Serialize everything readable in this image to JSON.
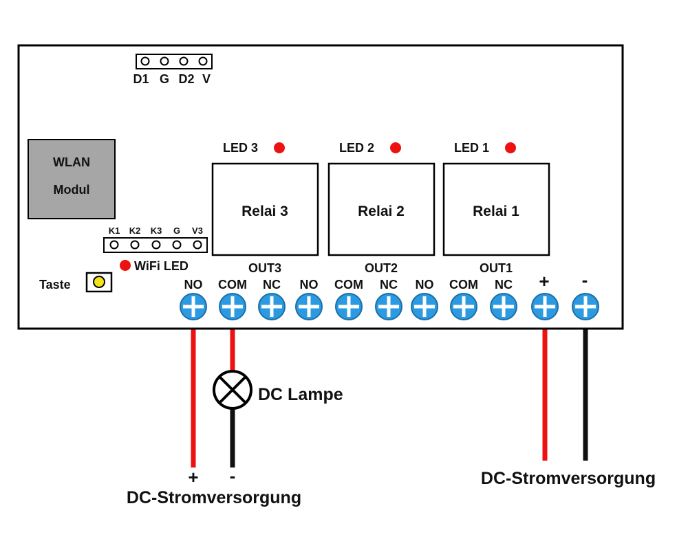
{
  "colors": {
    "board_outline": "#000000",
    "wlan_fill": "#a6a6a6",
    "led": "#ee1111",
    "terminal": "#2b9ae0",
    "terminal_ring": "#1b6fa8",
    "wire_positive": "#ee1111",
    "wire_negative": "#111111",
    "button_fill": "#f2e21a"
  },
  "header_pins": {
    "labels": [
      "D1",
      "G",
      "D2",
      "V"
    ]
  },
  "wlan_module": {
    "line1": "WLAN",
    "line2": "Modul"
  },
  "wifi_header": {
    "labels": [
      "K1",
      "K2",
      "K3",
      "G",
      "V3"
    ]
  },
  "wifi_led": {
    "label": "WiFi LED"
  },
  "button": {
    "label": "Taste"
  },
  "relays": [
    {
      "led_label": "LED 3",
      "name": "Relai 3",
      "out_label": "OUT3"
    },
    {
      "led_label": "LED 2",
      "name": "Relai 2",
      "out_label": "OUT2"
    },
    {
      "led_label": "LED 1",
      "name": "Relai 1",
      "out_label": "OUT1"
    }
  ],
  "terminals": [
    "NO",
    "COM",
    "NC",
    "NO",
    "COM",
    "NC",
    "NO",
    "COM",
    "NC",
    "+",
    "-"
  ],
  "lamp": {
    "label": "DC Lampe"
  },
  "left_supply": {
    "plus": "+",
    "minus": "-",
    "label": "DC-Stromversorgung"
  },
  "right_supply": {
    "label": "DC-Stromversorgung"
  }
}
